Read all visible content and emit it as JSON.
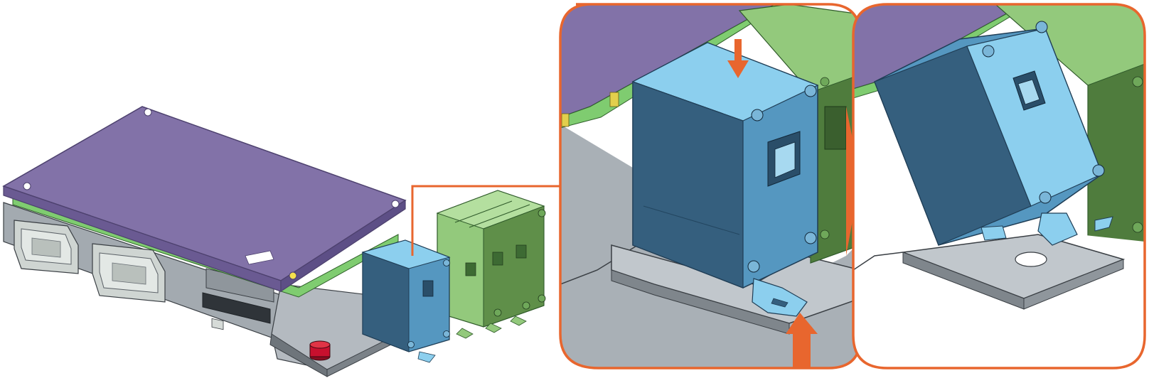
{
  "figure": {
    "colors": {
      "board_purple": "#8272a8",
      "board_purple_edge": "#6a5a92",
      "pcb_green": "#7fcc70",
      "module_green": "#93c97c",
      "module_green_dark": "#5f8f49",
      "module_blue_light": "#8ccfee",
      "module_blue": "#5597c0",
      "module_blue_dark": "#355f7e",
      "housing_gray": "#a3aab0",
      "housing_gray_dark": "#6e757b",
      "connector_gray": "#cfd5d2",
      "callout_orange": "#e8662e",
      "cap_red": "#c8102e"
    },
    "panels": [
      {
        "id": "overview",
        "desc_name": "assembly-overview"
      },
      {
        "id": "detail-1",
        "desc_name": "detail-insertion",
        "arrows": [
          "down",
          "up"
        ]
      },
      {
        "id": "detail-2",
        "desc_name": "detail-tilted"
      }
    ]
  }
}
